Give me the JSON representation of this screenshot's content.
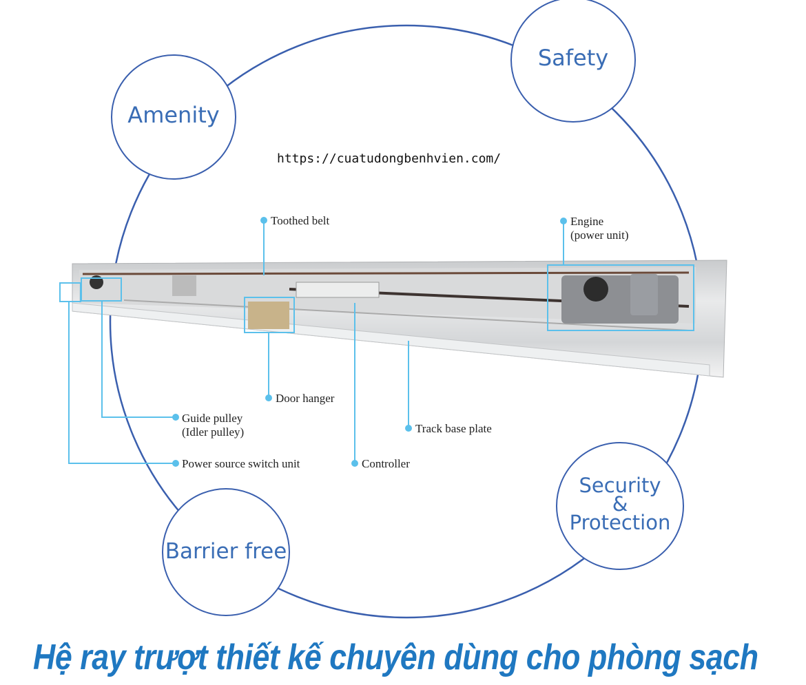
{
  "url": "https://cuatudongbenhvien.com/",
  "circles": {
    "amenity": "Amenity",
    "safety": "Safety",
    "barrier": "Barrier free",
    "security_1": "Security",
    "security_2": "&",
    "security_3": "Protection"
  },
  "labels": {
    "toothed_belt": "Toothed belt",
    "engine_1": "Engine",
    "engine_2": "(power unit)",
    "door_hanger": "Door hanger",
    "guide_pulley_1": "Guide pulley",
    "guide_pulley_2": "(Idler pulley)",
    "track_base_plate": "Track base plate",
    "power_switch": "Power source switch unit",
    "controller": "Controller"
  },
  "title": "Hệ ray trượt thiết kế chuyên dùng cho phòng sạch",
  "colors": {
    "circle": "#3a5fae",
    "callout": "#5bc0eb",
    "title": "#1f78c1"
  }
}
